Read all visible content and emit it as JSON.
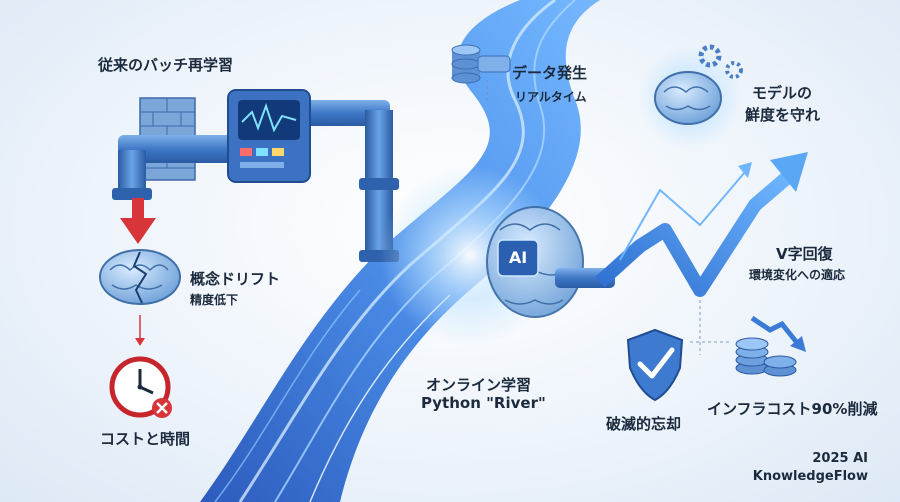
{
  "labels": {
    "batch_retrain": "従来のバッチ再学習",
    "data_generation": "データ発生",
    "realtime": "リアルタイム",
    "model_freshness_line1": "モデルの",
    "model_freshness_line2": "鮮度を守れ",
    "concept_drift": "概念ドリフト",
    "accuracy_drop": "精度低下",
    "v_recovery": "V字回復",
    "env_adaptation": "環境変化への適応",
    "cost_time": "コストと時間",
    "online_learning": "オンライン学習",
    "python_river": "Python \"River\"",
    "catastrophic_forgetting": "破滅的忘却",
    "infra_cost_cut": "インフラコスト90%削減",
    "ai_chip": "AI",
    "credit_line1": "2025 AI",
    "credit_line2": "KnowledgeFlow"
  },
  "colors": {
    "stream": "#2f6fd6",
    "stream_light": "#8ec9ff",
    "warning_red": "#d8353a",
    "pipe_blue": "#4f86cf",
    "text_dark": "#1b2a3d"
  }
}
